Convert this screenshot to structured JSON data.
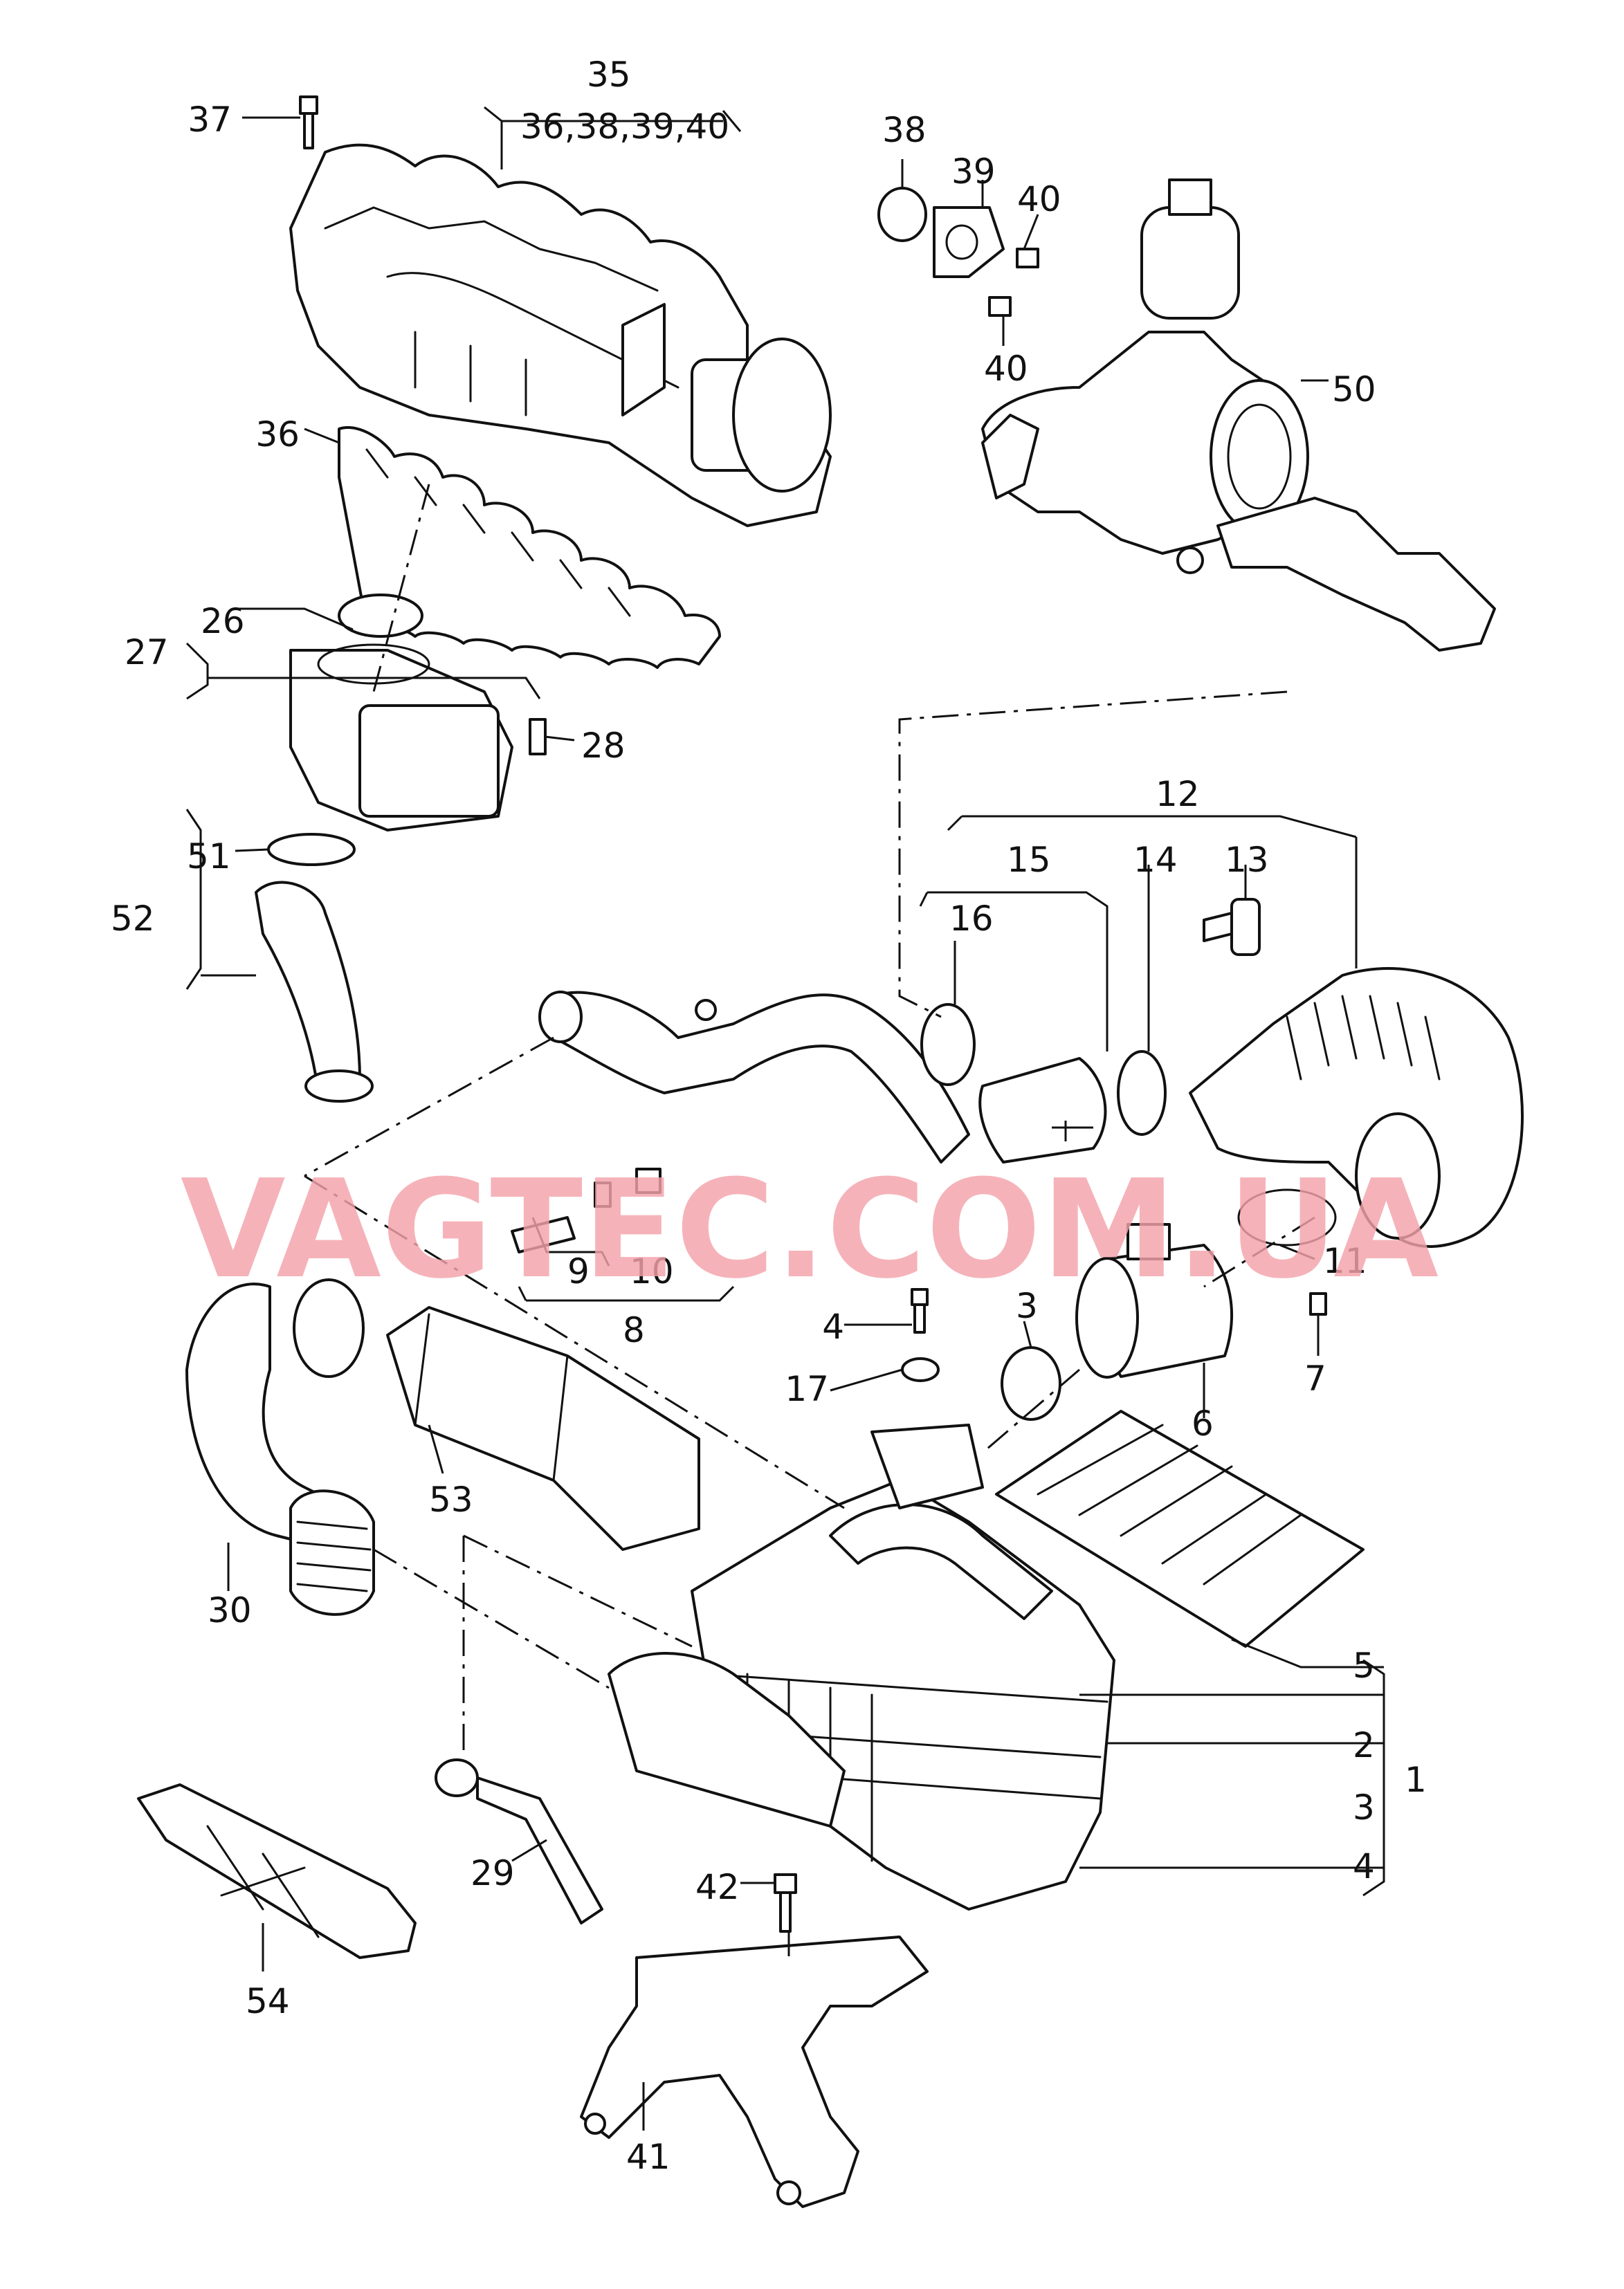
{
  "callouts": {
    "c1": "1",
    "c2": "2",
    "c3a": "3",
    "c3b": "3",
    "c4a": "4",
    "c4b": "4",
    "c5": "5",
    "c6": "6",
    "c7": "7",
    "c8": "8",
    "c9": "9",
    "c10": "10",
    "c11": "11",
    "c12": "12",
    "c13": "13",
    "c14": "14",
    "c15": "15",
    "c16": "16",
    "c17": "17",
    "c26": "26",
    "c27": "27",
    "c28": "28",
    "c29": "29",
    "c30": "30",
    "c35": "35",
    "c35sub": "36,38,39,40",
    "c36": "36",
    "c37": "37",
    "c38": "38",
    "c39": "39",
    "c40a": "40",
    "c40b": "40",
    "c41": "41",
    "c42": "42",
    "c50": "50",
    "c51": "51",
    "c52": "52",
    "c53": "53",
    "c54": "54"
  },
  "watermark": "VAGTEC.COM.UA",
  "colors": {
    "line": "#111111",
    "watermark": "#f3a2aa",
    "background": "#ffffff"
  }
}
